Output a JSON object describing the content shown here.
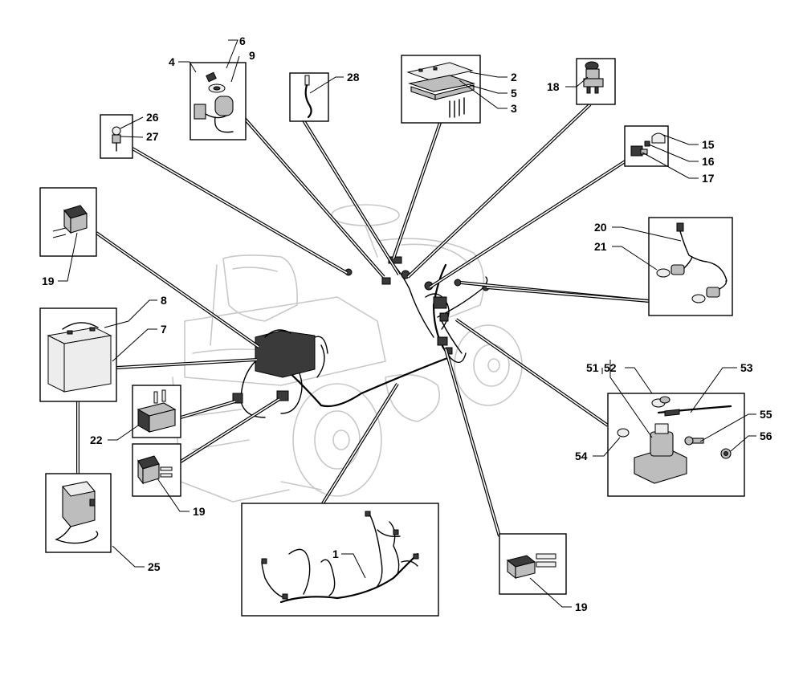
{
  "diagram": {
    "callouts": [
      {
        "id": "c6",
        "text": "6"
      },
      {
        "id": "c9",
        "text": "9"
      },
      {
        "id": "c4",
        "text": "4"
      },
      {
        "id": "c26",
        "text": "26"
      },
      {
        "id": "c27",
        "text": "27"
      },
      {
        "id": "c28",
        "text": "28"
      },
      {
        "id": "c2",
        "text": "2"
      },
      {
        "id": "c5",
        "text": "5"
      },
      {
        "id": "c3",
        "text": "3"
      },
      {
        "id": "c18",
        "text": "18"
      },
      {
        "id": "c15",
        "text": "15"
      },
      {
        "id": "c16",
        "text": "16"
      },
      {
        "id": "c17",
        "text": "17"
      },
      {
        "id": "c20",
        "text": "20"
      },
      {
        "id": "c21",
        "text": "21"
      },
      {
        "id": "c19a",
        "text": "19"
      },
      {
        "id": "c8",
        "text": "8"
      },
      {
        "id": "c7",
        "text": "7"
      },
      {
        "id": "c22",
        "text": "22"
      },
      {
        "id": "c19b",
        "text": "19"
      },
      {
        "id": "c25",
        "text": "25"
      },
      {
        "id": "c1",
        "text": "1"
      },
      {
        "id": "c51",
        "text": "51"
      },
      {
        "id": "c52",
        "text": "52"
      },
      {
        "id": "c53",
        "text": "53"
      },
      {
        "id": "c55",
        "text": "55"
      },
      {
        "id": "c54",
        "text": "54"
      },
      {
        "id": "c56",
        "text": "56"
      },
      {
        "id": "c19c",
        "text": "19"
      }
    ]
  }
}
